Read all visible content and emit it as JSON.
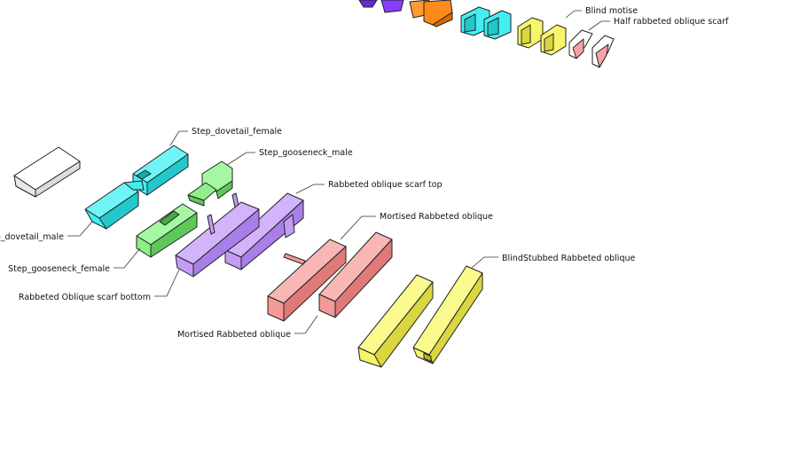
{
  "labels": {
    "blind_motise": "Blind motise",
    "half_rabbeted_oblique_scarf": "Half rabbeted oblique scarf",
    "step_dovetail_female": "Step_dovetail_female",
    "step_gooseneck_male": "Step_gooseneck_male",
    "rabbeted_oblique_scarf_top": "Rabbeted oblique scarf top",
    "mortised_rabbeted_oblique_right": "Mortised Rabbeted oblique",
    "blindstubbed_rabbeted_oblique": "BlindStubbed Rabbeted oblique",
    "step_dovetail_male": "ep_dovetail_male",
    "step_gooseneck_female": "Step_gooseneck_female",
    "rabbeted_oblique_scarf_bottom": "Rabbeted Oblique scarf bottom",
    "mortised_rabbeted_oblique_left": "Mortised Rabbeted oblique"
  },
  "colors": {
    "purple": "#8a3cff",
    "orange": "#ff8a1a",
    "cyan": "#44eef0",
    "yellow": "#f7f56a",
    "pink": "#f4a3a8",
    "green": "#8ef08a",
    "lavender": "#c49cf7",
    "salmon": "#f39a98",
    "white": "#ffffff"
  }
}
